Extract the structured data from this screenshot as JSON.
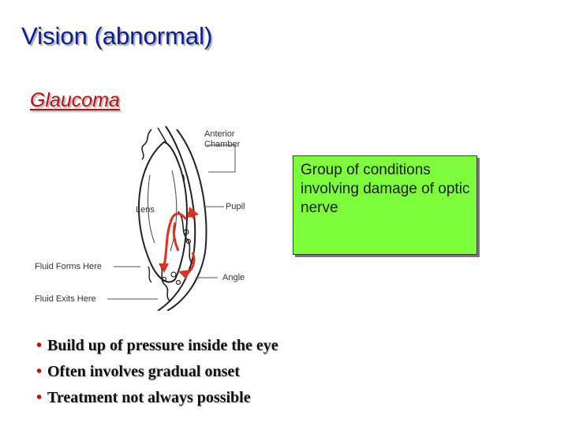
{
  "slide": {
    "title": "Vision (abnormal)",
    "subtitle": "Glaucoma",
    "diagram": {
      "labels": {
        "anterior_chamber_line1": "Anterior",
        "anterior_chamber_line2": "Chamber",
        "lens": "Lens",
        "pupil": "Pupil",
        "fluid_forms": "Fluid Forms Here",
        "angle": "Angle",
        "fluid_exits": "Fluid Exits Here"
      }
    },
    "callout": {
      "text": "Group of conditions involving damage of optic nerve"
    },
    "bullets": [
      "Build up of pressure inside the eye",
      "Often involves gradual onset",
      "Treatment not always possible"
    ],
    "bullet_symbol": "•"
  },
  "colors": {
    "title": "#0b1f8f",
    "subtitle": "#b81111",
    "callout_bg": "#7cfc3a",
    "arrow_red": "#e0301e"
  }
}
